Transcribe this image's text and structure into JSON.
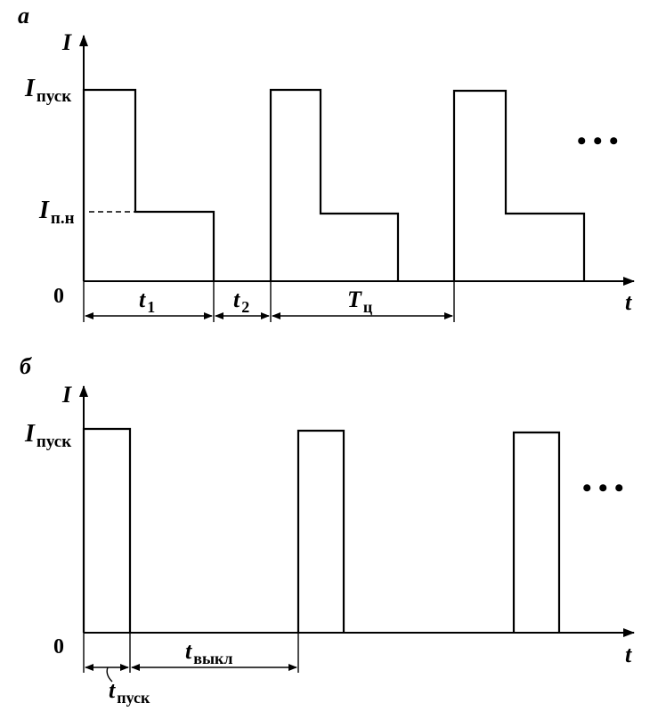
{
  "panel_a": {
    "label": "а",
    "y_axis_label": "I",
    "x_axis_label": "t",
    "origin": "0",
    "i_start": {
      "main": "I",
      "sub": "пуск"
    },
    "i_nominal": {
      "main": "I",
      "sub": "п.н"
    },
    "t1": {
      "main": "t",
      "sub": "1"
    },
    "t2": {
      "main": "t",
      "sub": "2"
    },
    "t_cycle": {
      "main": "T",
      "sub": "ц"
    },
    "continuation": "• • •"
  },
  "panel_b": {
    "label": "б",
    "y_axis_label": "I",
    "x_axis_label": "t",
    "origin": "0",
    "i_start": {
      "main": "I",
      "sub": "пуск"
    },
    "t_off": {
      "main": "t",
      "sub": "выкл"
    },
    "t_start": {
      "main": "t",
      "sub": "пуск"
    },
    "continuation": "• • •"
  }
}
